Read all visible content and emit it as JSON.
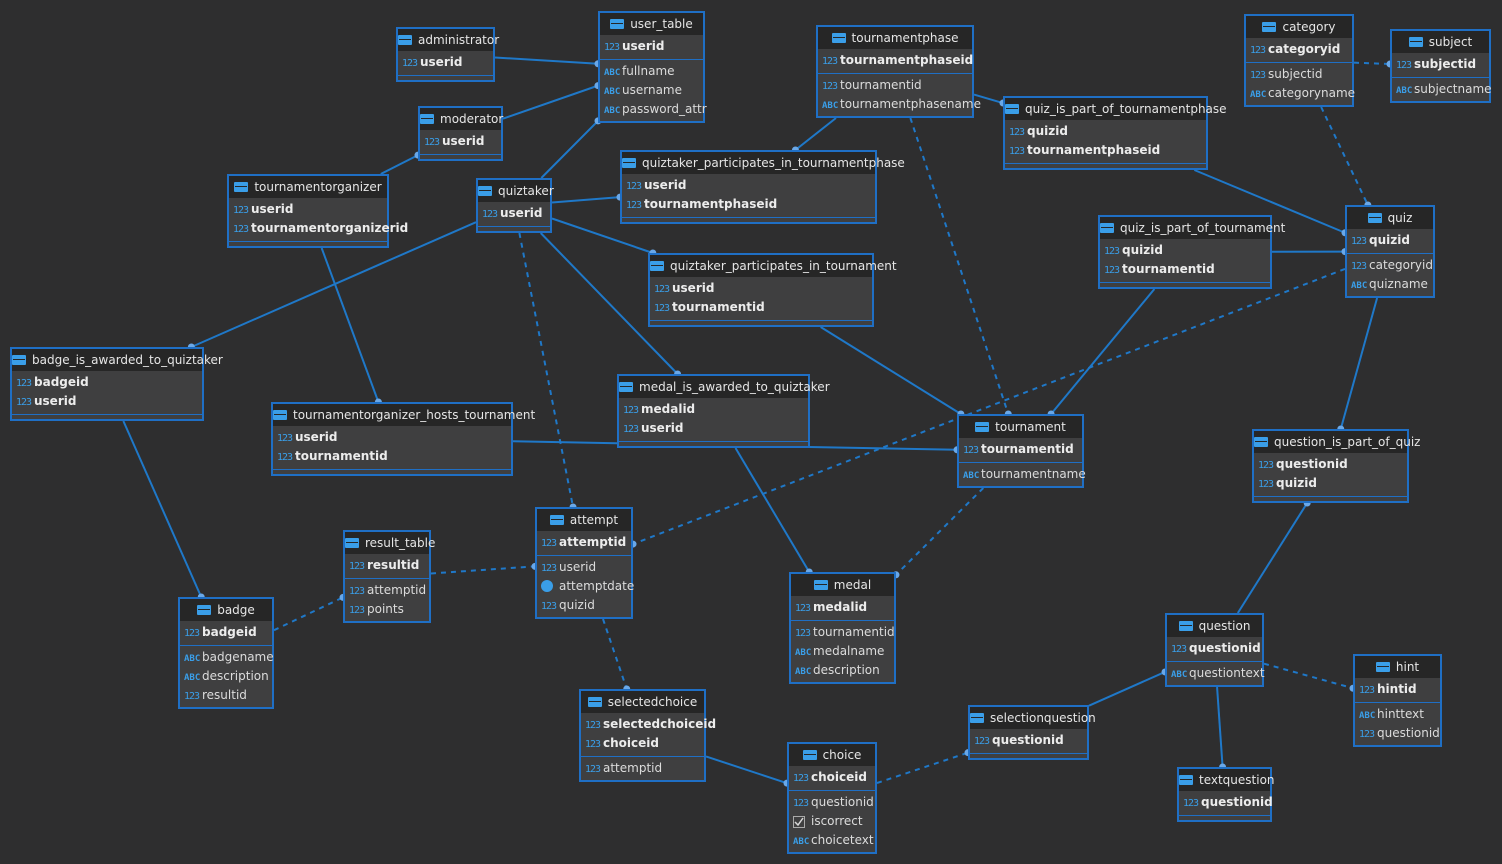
{
  "entities": [
    {
      "id": "administrator",
      "name": "administrator",
      "pk": [
        {
          "t": "123",
          "n": "userid"
        }
      ],
      "cols": []
    },
    {
      "id": "user_table",
      "name": "user_table",
      "pk": [
        {
          "t": "123",
          "n": "userid"
        }
      ],
      "cols": [
        {
          "t": "abc",
          "n": "fullname"
        },
        {
          "t": "abc",
          "n": "username"
        },
        {
          "t": "abc",
          "n": "password_attr"
        }
      ]
    },
    {
      "id": "moderator",
      "name": "moderator",
      "pk": [
        {
          "t": "123",
          "n": "userid"
        }
      ],
      "cols": []
    },
    {
      "id": "tournamentorganizer",
      "name": "tournamentorganizer",
      "pk": [
        {
          "t": "123",
          "n": "userid"
        },
        {
          "t": "123",
          "n": "tournamentorganizerid"
        }
      ],
      "cols": []
    },
    {
      "id": "quiztaker",
      "name": "quiztaker",
      "pk": [
        {
          "t": "123",
          "n": "userid"
        }
      ],
      "cols": []
    },
    {
      "id": "tournamentphase",
      "name": "tournamentphase",
      "pk": [
        {
          "t": "123",
          "n": "tournamentphaseid"
        }
      ],
      "cols": [
        {
          "t": "123",
          "n": "tournamentid"
        },
        {
          "t": "abc",
          "n": "tournamentphasename"
        }
      ]
    },
    {
      "id": "qtp_phase",
      "name": "quiztaker_participates_in_tournamentphase",
      "pk": [
        {
          "t": "123",
          "n": "userid"
        },
        {
          "t": "123",
          "n": "tournamentphaseid"
        }
      ],
      "cols": []
    },
    {
      "id": "quiz_part_phase",
      "name": "quiz_is_part_of_tournamentphase",
      "pk": [
        {
          "t": "123",
          "n": "quizid"
        },
        {
          "t": "123",
          "n": "tournamentphaseid"
        }
      ],
      "cols": []
    },
    {
      "id": "category",
      "name": "category",
      "pk": [
        {
          "t": "123",
          "n": "categoryid"
        }
      ],
      "cols": [
        {
          "t": "123",
          "n": "subjectid"
        },
        {
          "t": "abc",
          "n": "categoryname"
        }
      ]
    },
    {
      "id": "subject",
      "name": "subject",
      "pk": [
        {
          "t": "123",
          "n": "subjectid"
        }
      ],
      "cols": [
        {
          "t": "abc",
          "n": "subjectname"
        }
      ]
    },
    {
      "id": "quiz_part_tournament",
      "name": "quiz_is_part_of_tournament",
      "pk": [
        {
          "t": "123",
          "n": "quizid"
        },
        {
          "t": "123",
          "n": "tournamentid"
        }
      ],
      "cols": []
    },
    {
      "id": "quiz",
      "name": "quiz",
      "pk": [
        {
          "t": "123",
          "n": "quizid"
        }
      ],
      "cols": [
        {
          "t": "123",
          "n": "categoryid"
        },
        {
          "t": "abc",
          "n": "quizname"
        }
      ]
    },
    {
      "id": "qtp_tournament",
      "name": "quiztaker_participates_in_tournament",
      "pk": [
        {
          "t": "123",
          "n": "userid"
        },
        {
          "t": "123",
          "n": "tournamentid"
        }
      ],
      "cols": []
    },
    {
      "id": "badge_awarded",
      "name": "badge_is_awarded_to_quiztaker",
      "pk": [
        {
          "t": "123",
          "n": "badgeid"
        },
        {
          "t": "123",
          "n": "userid"
        }
      ],
      "cols": []
    },
    {
      "id": "medal_awarded",
      "name": "medal_is_awarded_to_quiztaker",
      "pk": [
        {
          "t": "123",
          "n": "medalid"
        },
        {
          "t": "123",
          "n": "userid"
        }
      ],
      "cols": []
    },
    {
      "id": "organizer_hosts",
      "name": "tournamentorganizer_hosts_tournament",
      "pk": [
        {
          "t": "123",
          "n": "userid"
        },
        {
          "t": "123",
          "n": "tournamentid"
        }
      ],
      "cols": []
    },
    {
      "id": "tournament",
      "name": "tournament",
      "pk": [
        {
          "t": "123",
          "n": "tournamentid"
        }
      ],
      "cols": [
        {
          "t": "abc",
          "n": "tournamentname"
        }
      ]
    },
    {
      "id": "question_part_quiz",
      "name": "question_is_part_of_quiz",
      "pk": [
        {
          "t": "123",
          "n": "questionid"
        },
        {
          "t": "123",
          "n": "quizid"
        }
      ],
      "cols": []
    },
    {
      "id": "result_table",
      "name": "result_table",
      "pk": [
        {
          "t": "123",
          "n": "resultid"
        }
      ],
      "cols": [
        {
          "t": "123",
          "n": "attemptid"
        },
        {
          "t": "123",
          "n": "points"
        }
      ]
    },
    {
      "id": "attempt",
      "name": "attempt",
      "pk": [
        {
          "t": "123",
          "n": "attemptid"
        }
      ],
      "cols": [
        {
          "t": "123",
          "n": "userid"
        },
        {
          "t": "date",
          "n": "attemptdate"
        },
        {
          "t": "123",
          "n": "quizid"
        }
      ]
    },
    {
      "id": "medal",
      "name": "medal",
      "pk": [
        {
          "t": "123",
          "n": "medalid"
        }
      ],
      "cols": [
        {
          "t": "123",
          "n": "tournamentid"
        },
        {
          "t": "abc",
          "n": "medalname"
        },
        {
          "t": "abc",
          "n": "description"
        }
      ]
    },
    {
      "id": "badge",
      "name": "badge",
      "pk": [
        {
          "t": "123",
          "n": "badgeid"
        }
      ],
      "cols": [
        {
          "t": "abc",
          "n": "badgename"
        },
        {
          "t": "abc",
          "n": "description"
        },
        {
          "t": "123",
          "n": "resultid"
        }
      ]
    },
    {
      "id": "question",
      "name": "question",
      "pk": [
        {
          "t": "123",
          "n": "questionid"
        }
      ],
      "cols": [
        {
          "t": "abc",
          "n": "questiontext"
        }
      ]
    },
    {
      "id": "hint",
      "name": "hint",
      "pk": [
        {
          "t": "123",
          "n": "hintid"
        }
      ],
      "cols": [
        {
          "t": "abc",
          "n": "hinttext"
        },
        {
          "t": "123",
          "n": "questionid"
        }
      ]
    },
    {
      "id": "selectedchoice",
      "name": "selectedchoice",
      "pk": [
        {
          "t": "123",
          "n": "selectedchoiceid"
        },
        {
          "t": "123",
          "n": "choiceid"
        }
      ],
      "cols": [
        {
          "t": "123",
          "n": "attemptid"
        }
      ]
    },
    {
      "id": "selectionquestion",
      "name": "selectionquestion",
      "pk": [
        {
          "t": "123",
          "n": "questionid"
        }
      ],
      "cols": []
    },
    {
      "id": "choice",
      "name": "choice",
      "pk": [
        {
          "t": "123",
          "n": "choiceid"
        }
      ],
      "cols": [
        {
          "t": "123",
          "n": "questionid"
        },
        {
          "t": "bool",
          "n": "iscorrect"
        },
        {
          "t": "abc",
          "n": "choicetext"
        }
      ]
    },
    {
      "id": "textquestion",
      "name": "textquestion",
      "pk": [
        {
          "t": "123",
          "n": "questionid"
        }
      ],
      "cols": []
    }
  ],
  "relationships": [
    {
      "from": "administrator",
      "to": "user_table",
      "style": "solid"
    },
    {
      "from": "moderator",
      "to": "user_table",
      "style": "solid"
    },
    {
      "from": "tournamentorganizer",
      "to": "moderator",
      "style": "solid"
    },
    {
      "from": "quiztaker",
      "to": "user_table",
      "style": "solid"
    },
    {
      "from": "quiztaker",
      "to": "qtp_phase",
      "style": "solid"
    },
    {
      "from": "quiztaker",
      "to": "qtp_tournament",
      "style": "solid"
    },
    {
      "from": "quiztaker",
      "to": "medal_awarded",
      "style": "solid"
    },
    {
      "from": "quiztaker",
      "to": "badge_awarded",
      "style": "solid"
    },
    {
      "from": "quiztaker",
      "to": "attempt",
      "style": "dashed"
    },
    {
      "from": "tournamentorganizer",
      "to": "organizer_hosts",
      "style": "solid"
    },
    {
      "from": "tournamentphase",
      "to": "qtp_phase",
      "style": "solid"
    },
    {
      "from": "tournamentphase",
      "to": "quiz_part_phase",
      "style": "solid"
    },
    {
      "from": "tournamentphase",
      "to": "tournament",
      "style": "dashed"
    },
    {
      "from": "quiz_part_phase",
      "to": "quiz",
      "style": "solid"
    },
    {
      "from": "category",
      "to": "subject",
      "style": "dashed"
    },
    {
      "from": "category",
      "to": "quiz",
      "style": "dashed"
    },
    {
      "from": "quiz_part_tournament",
      "to": "quiz",
      "style": "solid"
    },
    {
      "from": "quiz_part_tournament",
      "to": "tournament",
      "style": "solid"
    },
    {
      "from": "qtp_tournament",
      "to": "tournament",
      "style": "solid"
    },
    {
      "from": "organizer_hosts",
      "to": "tournament",
      "style": "solid"
    },
    {
      "from": "quiz",
      "to": "question_part_quiz",
      "style": "solid"
    },
    {
      "from": "quiz",
      "to": "attempt",
      "style": "dashed"
    },
    {
      "from": "tournament",
      "to": "medal",
      "style": "dashed"
    },
    {
      "from": "medal_awarded",
      "to": "medal",
      "style": "solid"
    },
    {
      "from": "badge_awarded",
      "to": "badge",
      "style": "solid"
    },
    {
      "from": "result_table",
      "to": "attempt",
      "style": "dashed"
    },
    {
      "from": "badge",
      "to": "result_table",
      "style": "dashed"
    },
    {
      "from": "attempt",
      "to": "selectedchoice",
      "style": "dashed"
    },
    {
      "from": "selectedchoice",
      "to": "choice",
      "style": "solid"
    },
    {
      "from": "choice",
      "to": "selectionquestion",
      "style": "dashed"
    },
    {
      "from": "selectionquestion",
      "to": "question",
      "style": "solid"
    },
    {
      "from": "question",
      "to": "hint",
      "style": "dashed"
    },
    {
      "from": "question",
      "to": "textquestion",
      "style": "solid"
    },
    {
      "from": "question",
      "to": "question_part_quiz",
      "style": "solid"
    }
  ]
}
